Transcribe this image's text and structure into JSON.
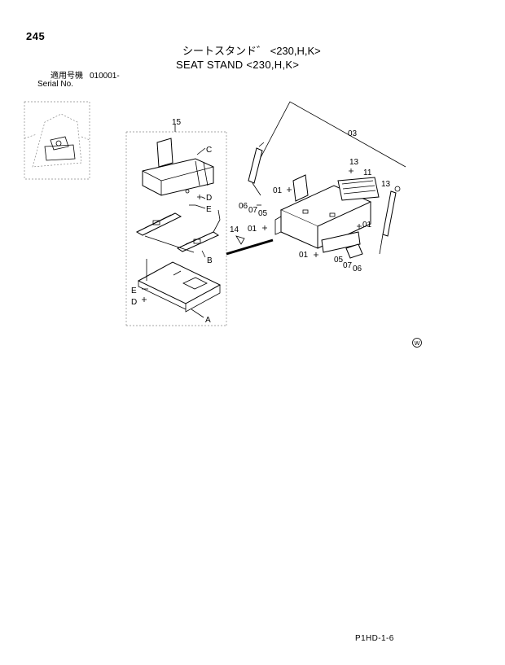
{
  "header": {
    "page_number": "245",
    "title_jp": "シートスタンド゛ <230,H,K>",
    "title_en": "SEAT STAND <230,H,K>",
    "applicable_model_label": "適用号機",
    "serial_start": "010001-",
    "serial_label": "Serial No."
  },
  "callouts": {
    "c15": "15",
    "c03": "03",
    "cC": "C",
    "cD_upper": "D",
    "cE_upper": "E",
    "cB": "B",
    "cE_lower": "E",
    "cD_lower": "D",
    "cA": "A",
    "c14": "14",
    "c13_left": "13",
    "c13_right": "13",
    "c11": "11",
    "c01_a": "01",
    "c01_b": "01",
    "c01_c": "01",
    "c01_d": "01",
    "c06_a": "06",
    "c07_a": "07",
    "c05_a": "05",
    "c05_b": "05",
    "c07_b": "07",
    "c06_b": "06"
  },
  "footer": {
    "doc_code": "P1HD-1-6"
  },
  "icons": {
    "manufacturer_logo": "circled-w-logo"
  }
}
